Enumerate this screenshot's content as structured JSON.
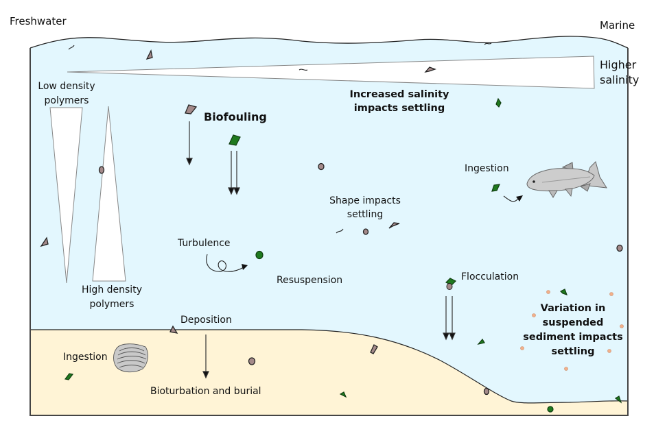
{
  "diagram": {
    "title": "Factors affecting microplastic settling from freshwater to marine environments",
    "colors": {
      "water": "#e3f7fe",
      "sediment": "#fff4d6",
      "outline": "#222222",
      "gradient_fill": "#ffffff",
      "gradient_stroke": "#888888",
      "particle_brown": "#a48a8a",
      "particle_green": "#1f7a1f",
      "sediment_dot": "#f3b08a",
      "fish": "#c8c8c8",
      "clam": "#c9c9c9"
    },
    "labels": {
      "freshwater": "Freshwater",
      "marine": "Marine",
      "higher_salinity": [
        "Higher",
        "salinity"
      ],
      "low_density": [
        "Low density",
        "polymers"
      ],
      "high_density": [
        "High density",
        "polymers"
      ],
      "biofouling": "Biofouling",
      "salinity_impact": [
        "Increased salinity",
        "impacts settling"
      ],
      "ingestion_fish": "Ingestion",
      "shape_impact": [
        "Shape impacts",
        "settling"
      ],
      "turbulence": "Turbulence",
      "resuspension": "Resuspension",
      "flocculation": "Flocculation",
      "sediment_impact": [
        "Variation in",
        "suspended",
        "sediment impacts",
        "settling"
      ],
      "deposition": "Deposition",
      "ingestion_clam": "Ingestion",
      "bioturbation": "Bioturbation and burial"
    },
    "icons": [
      "fish-icon",
      "clam-icon",
      "microplastic-fragment-icon",
      "microplastic-fiber-icon",
      "biofouled-particle-icon",
      "sediment-particle-icon",
      "settling-arrow-icon",
      "turbulence-swirl-icon"
    ]
  }
}
